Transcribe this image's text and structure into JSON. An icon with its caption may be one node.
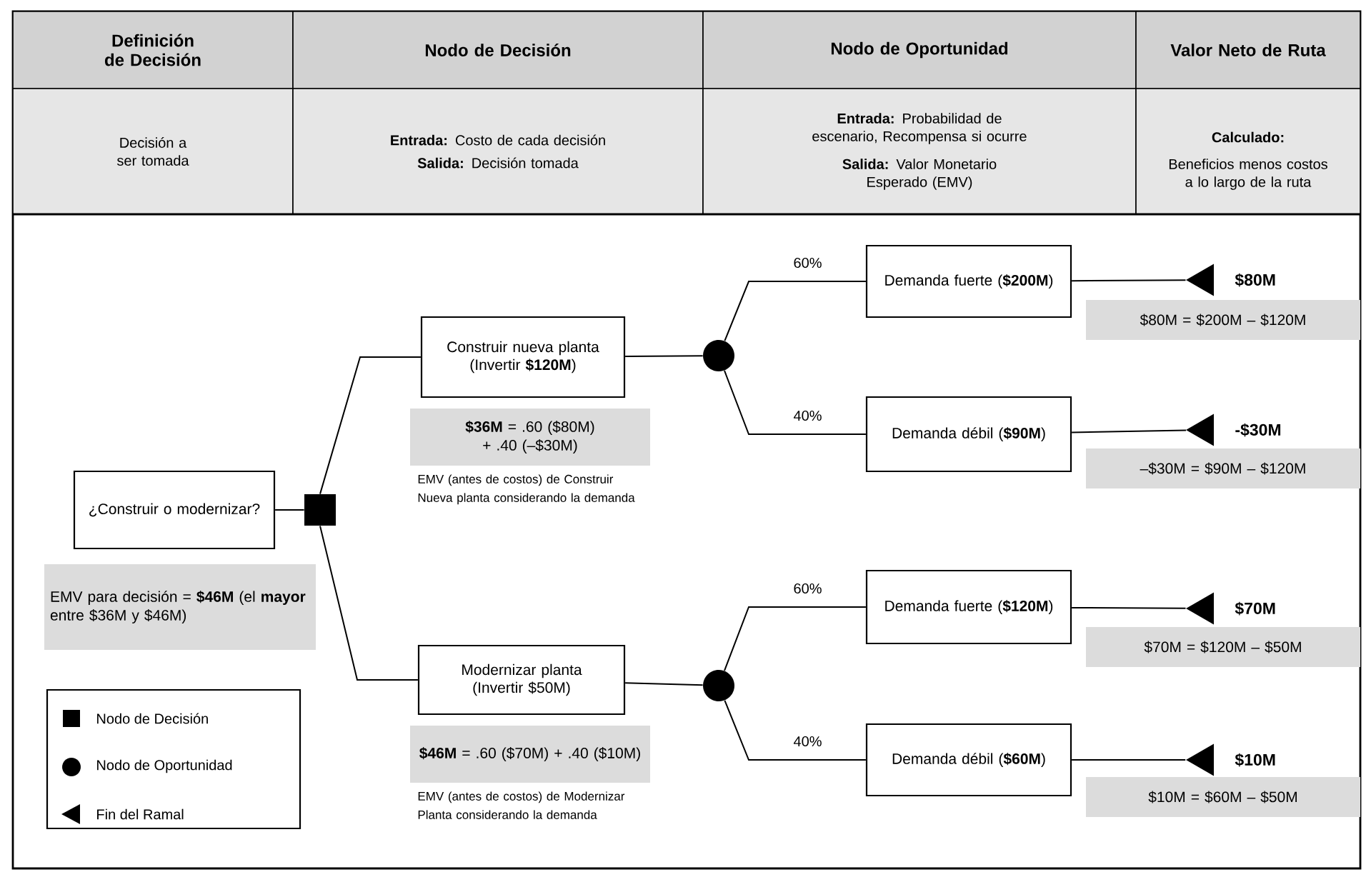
{
  "diagram": {
    "nodes": [
      {
        "text": [
          "¿Construir o modernizar?"
        ]
      },
      {
        "text": [],
        "shape": "box"
      },
      {
        "text": [
          "EMV para decisión = **$46M** (el **mayor** entre $36M y $46M)"
        ]
      },
      {
        "text": [
          "Construir nueva planta (Invertir **$120M**)"
        ]
      },
      {
        "text": [
          "**$36M** = .60 ($80M) + .40 (–$30M)"
        ],
        "beside": [
          "EMV (antes de costos) de Construir Nueva planta considerando la demanda"
        ]
      },
      {
        "text": [],
        "shape": "circle"
      },
      {
        "text": [
          "Demanda fuerte (**$200M**)"
        ]
      },
      {
        "text": [],
        "shape": "triangle"
      },
      {
        "text": [
          "$80M = $200M – $120M"
        ]
      },
      {
        "text": [
          "Demanda débil (**$90M**)"
        ]
      },
      {
        "text": [],
        "shape": "triangle"
      },
      {
        "text": [
          "–$30M = $90M – $120M"
        ]
      },
      {
        "text": [
          "Modernizar planta (Invertir $50M)"
        ]
      },
      {
        "text": [
          "**$46M** = .60 ($70M) + .40 ($10M)"
        ],
        "beside": [
          "EMV (antes de costos) de Modernizar Planta considerando la demanda"
        ]
      },
      {
        "text": [],
        "shape": "circle"
      },
      {
        "text": [
          "Demanda fuerte (**$120M**)"
        ]
      },
      {
        "text": [],
        "shape": "triangle"
      },
      {
        "text": [
          "$70M = $120M – $50M"
        ]
      },
      {
        "text": [
          "Demanda débil (**$60M**)"
        ]
      },
      {
        "text": [],
        "shape": "triangle"
      },
      {
        "text": [
          "$10M = $60M – $50M"
        ]
      }
    ],
    "edges": [
      {
        "from": 0,
        "to": 1,
        "arrow": "none"
      },
      {
        "from": 1,
        "to": 3,
        "arrow": "none"
      },
      {
        "from": 1,
        "to": 12,
        "arrow": "none"
      },
      {
        "from": 3,
        "to": 5,
        "arrow": "none"
      },
      {
        "from": 5,
        "to": 6,
        "arrow": "none",
        "label": "60%"
      },
      {
        "from": 5,
        "to": 9,
        "arrow": "none",
        "label": "40%"
      },
      {
        "from": 6,
        "to": 7,
        "arrow": "none"
      },
      {
        "from": 9,
        "to": 10,
        "arrow": "none"
      },
      {
        "from": 12,
        "to": 14,
        "arrow": "none"
      },
      {
        "from": 14,
        "to": 15,
        "arrow": "none",
        "label": "60%"
      },
      {
        "from": 14,
        "to": 18,
        "arrow": "none",
        "label": "40%"
      },
      {
        "from": 15,
        "to": 16,
        "arrow": "none"
      },
      {
        "from": 18,
        "to": 19,
        "arrow": "none"
      }
    ],
    "labels": [
      "Definición de Decisión",
      "Nodo de Decisión",
      "Nodo de Oportunidad",
      "Valor Neto de Ruta",
      "Decisión a ser tomada",
      "**Entrada:** Costo de cada decisión",
      "**Salida:** Decisión tomada",
      "**Entrada:** Probabilidad de escenario, Recompensa si ocurre",
      "**Salida:** Valor Monetario Esperado (EMV)",
      "Calculado:",
      "Beneficios menos costos a lo largo de la ruta",
      "$80M",
      "-$30M",
      "$70M",
      "$10M"
    ],
    "legend": [
      {
        "text": "Nodo de Decisión"
      },
      {
        "text": "Nodo de Oportunidad"
      },
      {
        "text": "Fin del Ramal"
      }
    ]
  }
}
